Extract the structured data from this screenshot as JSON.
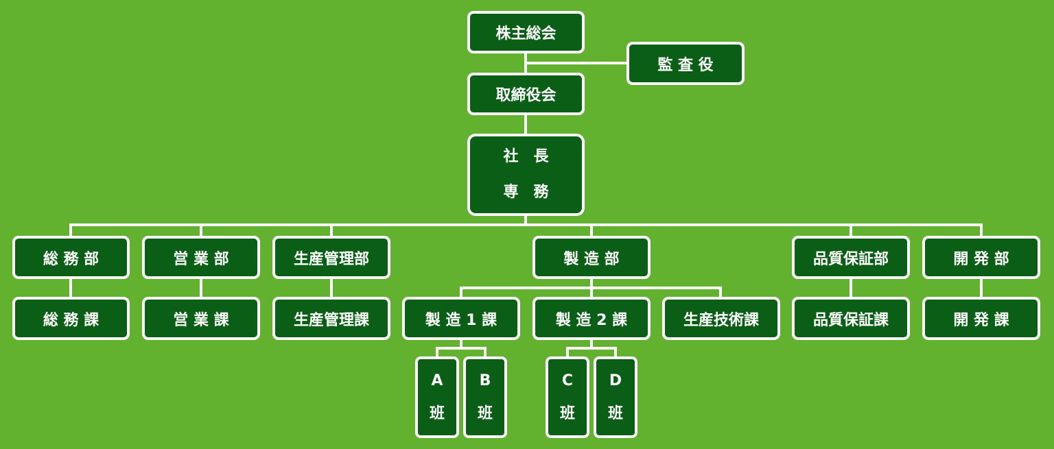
{
  "theme": {
    "background": "#62b22f",
    "box_fill": "#0b5e15",
    "box_border": "#ffffff",
    "line_color": "#ffffff",
    "text_color": "#ffffff"
  },
  "org_chart": {
    "shareholders_meeting": "株主総会",
    "auditor": "監 査 役",
    "board_of_directors": "取締役会",
    "president": "社　長\n専　務",
    "departments": {
      "general_affairs": {
        "label": "総 務 部",
        "section": "総 務 課"
      },
      "sales": {
        "label": "営 業 部",
        "section": "営 業 課"
      },
      "production_control": {
        "label": "生産管理部",
        "section": "生産管理課"
      },
      "manufacturing": {
        "label": "製 造 部",
        "sections": {
          "mfg1": "製 造 1 課",
          "mfg2": "製 造 2 課",
          "prod_tech": "生産技術課"
        },
        "teams": {
          "a": "A\n班",
          "b": "B\n班",
          "c": "C\n班",
          "d": "D\n班"
        }
      },
      "quality_assurance": {
        "label": "品質保証部",
        "section": "品質保証課"
      },
      "development": {
        "label": "開 発 部",
        "section": "開 発 課"
      }
    }
  }
}
